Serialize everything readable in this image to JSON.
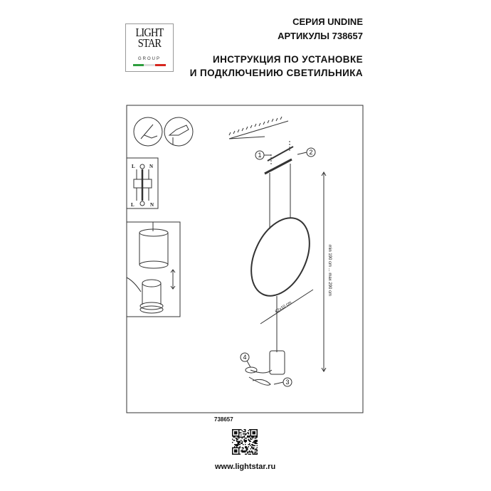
{
  "logo": {
    "line1": "LIGHT",
    "line2": "STAR",
    "line3": "GROUP",
    "flag_colors": [
      "#2e9e3e",
      "#ffffff",
      "#d7261e"
    ]
  },
  "header": {
    "series": "СЕРИЯ UNDINE",
    "articles": "АРТИКУЛЫ 738657",
    "title_line1": "ИНСТРУКЦИЯ ПО УСТАНОВКЕ",
    "title_line2": "И ПОДКЛЮЧЕНИЮ СВЕТИЛЬНИКА"
  },
  "diagram": {
    "wiring_labels": {
      "top_left": "L",
      "top_right": "N",
      "bottom_left": "L",
      "bottom_right": "N"
    },
    "callouts": [
      "1",
      "2",
      "3",
      "4"
    ],
    "height_dimension": "min 190 cm ... max 290 cm",
    "ring_dimension": "62x10 cm"
  },
  "footer": {
    "article": "738657",
    "website": "www.lightstar.ru"
  }
}
